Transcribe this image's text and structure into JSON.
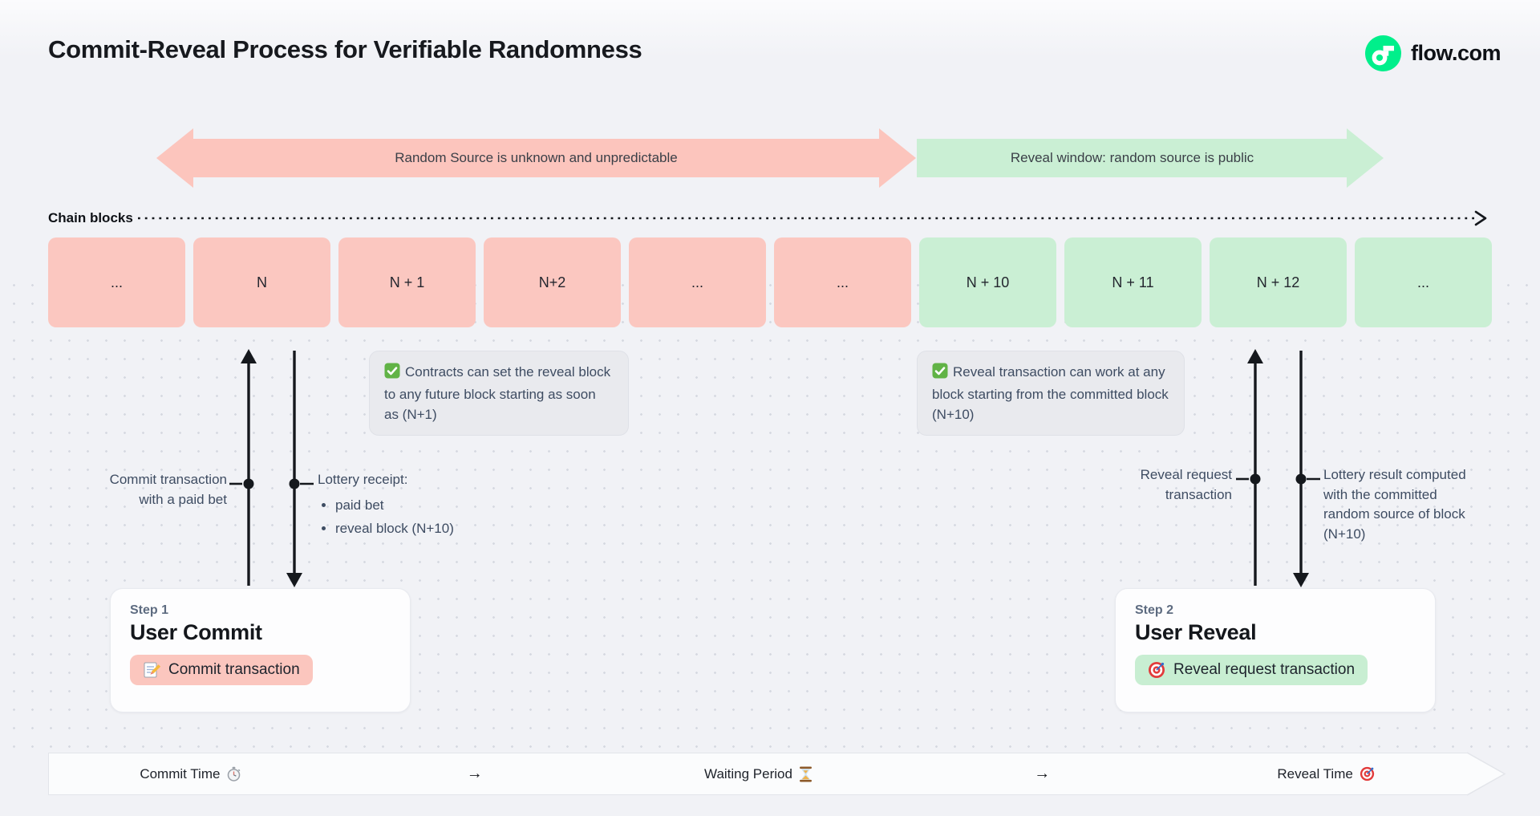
{
  "page": {
    "title": "Commit-Reveal Process for Verifiable Randomness",
    "brand": "flow.com"
  },
  "phases": {
    "commit": "Random Source is unknown and unpredictable",
    "reveal": "Reveal window: random source is public"
  },
  "chain": {
    "label": "Chain blocks",
    "blocks": [
      {
        "label": "...",
        "phase": "commit"
      },
      {
        "label": "N",
        "phase": "commit"
      },
      {
        "label": "N + 1",
        "phase": "commit"
      },
      {
        "label": "N+2",
        "phase": "commit"
      },
      {
        "label": "...",
        "phase": "commit"
      },
      {
        "label": "...",
        "phase": "commit"
      },
      {
        "label": "N + 10",
        "phase": "reveal"
      },
      {
        "label": "N + 11",
        "phase": "reveal"
      },
      {
        "label": "N + 12",
        "phase": "reveal"
      },
      {
        "label": "...",
        "phase": "reveal"
      }
    ]
  },
  "notes": {
    "commit_note": "Contracts can set the reveal block to any future block starting as soon as (N+1)",
    "reveal_note": "Reveal transaction can work at any block starting from the committed block (N+10)"
  },
  "annotations": {
    "commit_tx": "Commit transaction with a paid bet",
    "lottery_receipt_title": "Lottery receipt:",
    "lottery_receipt_items": [
      "paid bet",
      "reveal block (N+10)"
    ],
    "reveal_request": "Reveal request transaction",
    "lottery_result": "Lottery result computed with the committed random source of block (N+10)"
  },
  "steps": [
    {
      "eyebrow": "Step 1",
      "title": "User Commit",
      "button_label": "Commit transaction",
      "icon": "memo-icon"
    },
    {
      "eyebrow": "Step 2",
      "title": "User Reveal",
      "button_label": "Reveal request transaction",
      "icon": "target-icon"
    }
  ],
  "timeline": {
    "separator": "→",
    "items": [
      {
        "label": "Commit Time",
        "icon": "stopwatch-icon"
      },
      {
        "label": "Waiting Period",
        "icon": "hourglass-icon"
      },
      {
        "label": "Reveal Time",
        "icon": "target-icon"
      }
    ]
  },
  "icons": {
    "logo": "flow-logo-icon",
    "note_check": "check-icon",
    "chain_line": "dotted-arrow-icon"
  },
  "colors": {
    "background": "#f1f2f6",
    "commit_pink": "#fcc5bd",
    "reveal_green": "#caefd4",
    "flow_green": "#00ef8b",
    "note_bg": "#e9eaee",
    "ink": "#15181d",
    "slate_text": "#3e4c62"
  }
}
